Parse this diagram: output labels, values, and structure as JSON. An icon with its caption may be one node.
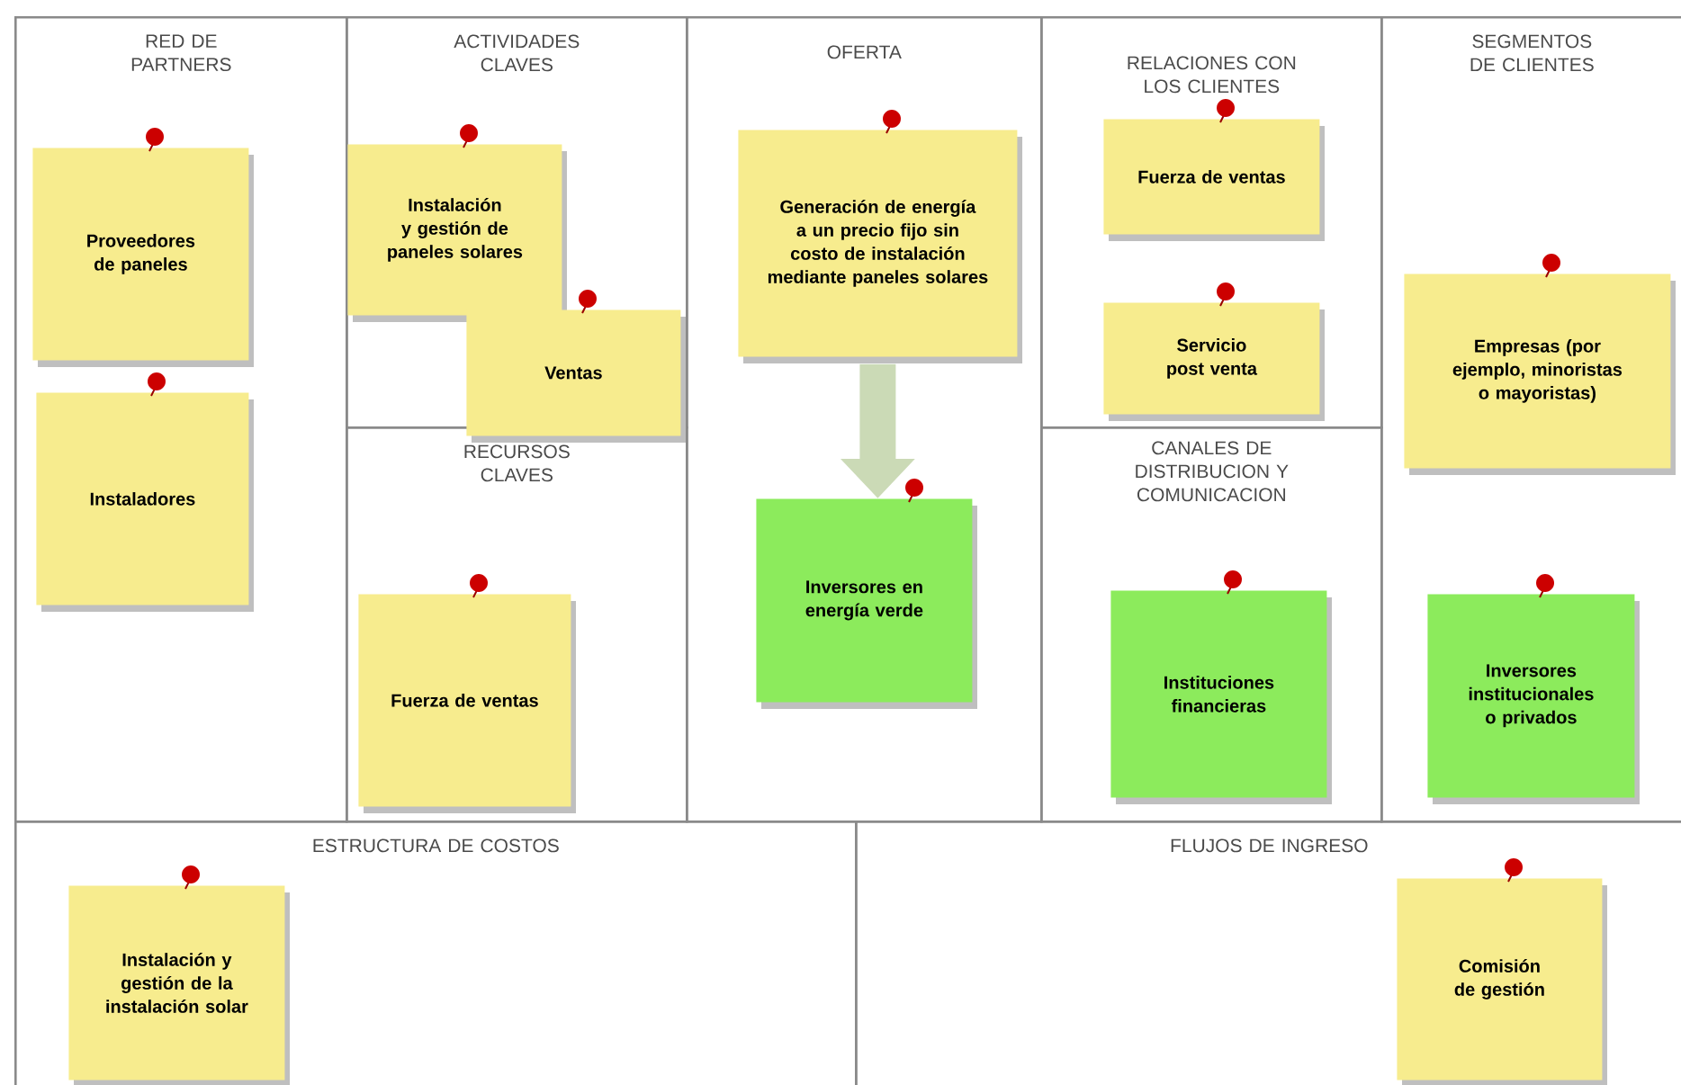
{
  "diagram": {
    "nodes": [
      {
        "text": [
          "RED DE PARTNERS"
        ]
      },
      {
        "text": [
          "Proveedores de paneles"
        ],
        "in": 0
      },
      {
        "text": [
          "Instaladores"
        ],
        "in": 0
      },
      {
        "text": [
          "ACTIVIDADES CLAVES"
        ]
      },
      {
        "text": [
          "Instalación y gestión de paneles solares"
        ],
        "in": 3
      },
      {
        "text": [
          "Ventas"
        ],
        "in": 3
      },
      {
        "text": [
          "RECURSOS CLAVES"
        ]
      },
      {
        "text": [
          "Fuerza de ventas"
        ],
        "in": 6
      },
      {
        "text": [
          "OFERTA"
        ]
      },
      {
        "text": [
          "Generación de energía a un precio fijo sin costo de instalación mediante paneles solares"
        ],
        "in": 8
      },
      {
        "text": [
          "Inversores en energía verde"
        ],
        "in": 8
      },
      {
        "text": [
          "RELACIONES CON LOS CLIENTES"
        ]
      },
      {
        "text": [
          "Fuerza de ventas"
        ],
        "in": 11
      },
      {
        "text": [
          "Servicio post venta"
        ],
        "in": 11
      },
      {
        "text": [
          "CANALES DE DISTRIBUCION Y COMUNICACION"
        ]
      },
      {
        "text": [
          "Instituciones financieras"
        ],
        "in": 14
      },
      {
        "text": [
          "SEGMENTOS DE CLIENTES"
        ]
      },
      {
        "text": [
          "Empresas (por ejemplo, minoristas o mayoristas)"
        ],
        "in": 16
      },
      {
        "text": [
          "Inversores institucionales o privados"
        ],
        "in": 16
      },
      {
        "text": [
          "ESTRUCTURA DE COSTOS"
        ]
      },
      {
        "text": [
          "Instalación y gestión de la instalación solar"
        ],
        "in": 19
      },
      {
        "text": [
          "FLUJOS DE INGRESO"
        ]
      },
      {
        "text": [
          "Comisión de gestión"
        ],
        "in": 21
      }
    ],
    "edges": [
      {
        "from": 9,
        "to": 10,
        "arrow": "to"
      }
    ]
  }
}
